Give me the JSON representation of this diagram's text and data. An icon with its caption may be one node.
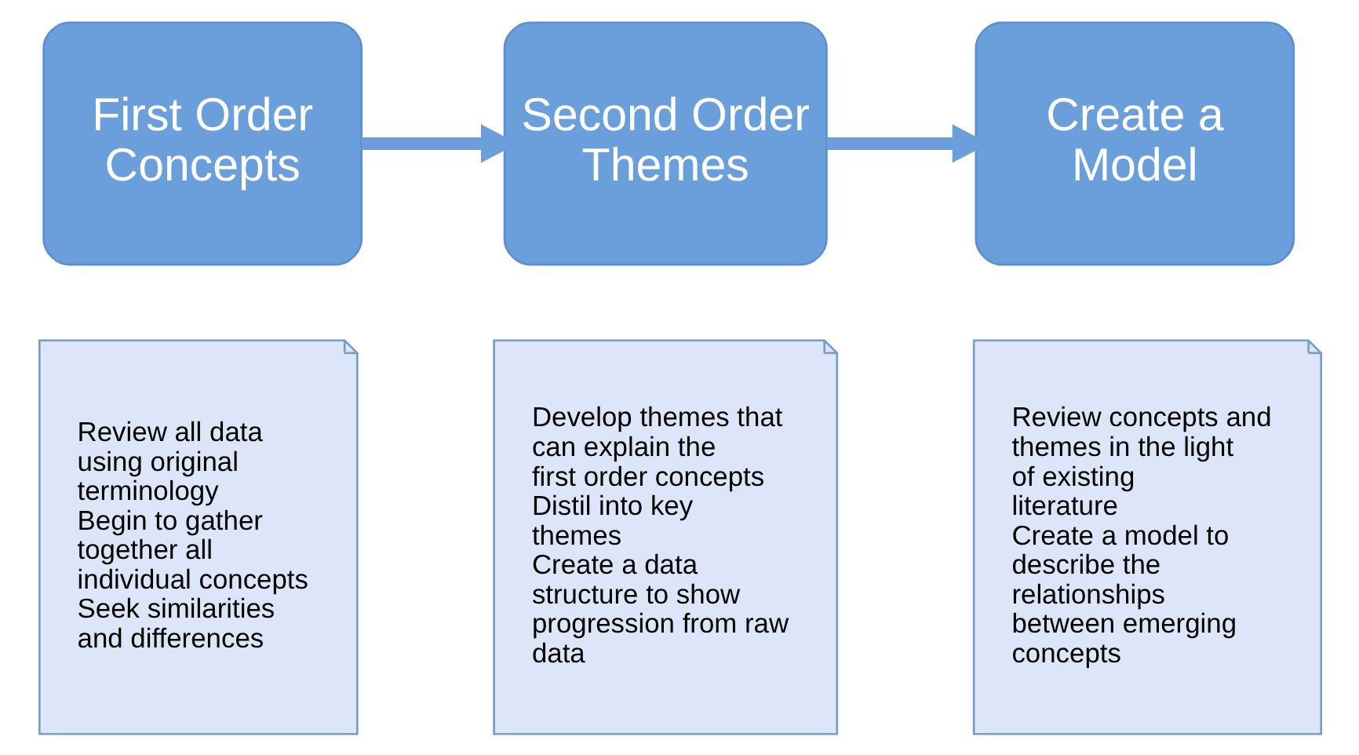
{
  "diagram": {
    "nodes": [
      {
        "text": [
          "First Order Concepts"
        ]
      },
      {
        "text": [
          "Second Order Themes"
        ]
      },
      {
        "text": [
          "Create a Model"
        ]
      },
      {
        "text": [
          "Review all data using original terminology",
          "Begin to gather together all individual concepts",
          "Seek similarities and differences"
        ]
      },
      {
        "text": [
          "Develop themes that can explain the first order concepts",
          "Distil into key themes",
          "Create a data structure to show progression from raw data"
        ]
      },
      {
        "text": [
          "Review concepts and themes in the light of existing literature",
          "Create a model to describe the relationships between emerging concepts"
        ]
      }
    ],
    "edges": [
      {
        "from": 0,
        "to": 1,
        "arrow": "to"
      },
      {
        "from": 1,
        "to": 2,
        "arrow": "to"
      }
    ]
  }
}
